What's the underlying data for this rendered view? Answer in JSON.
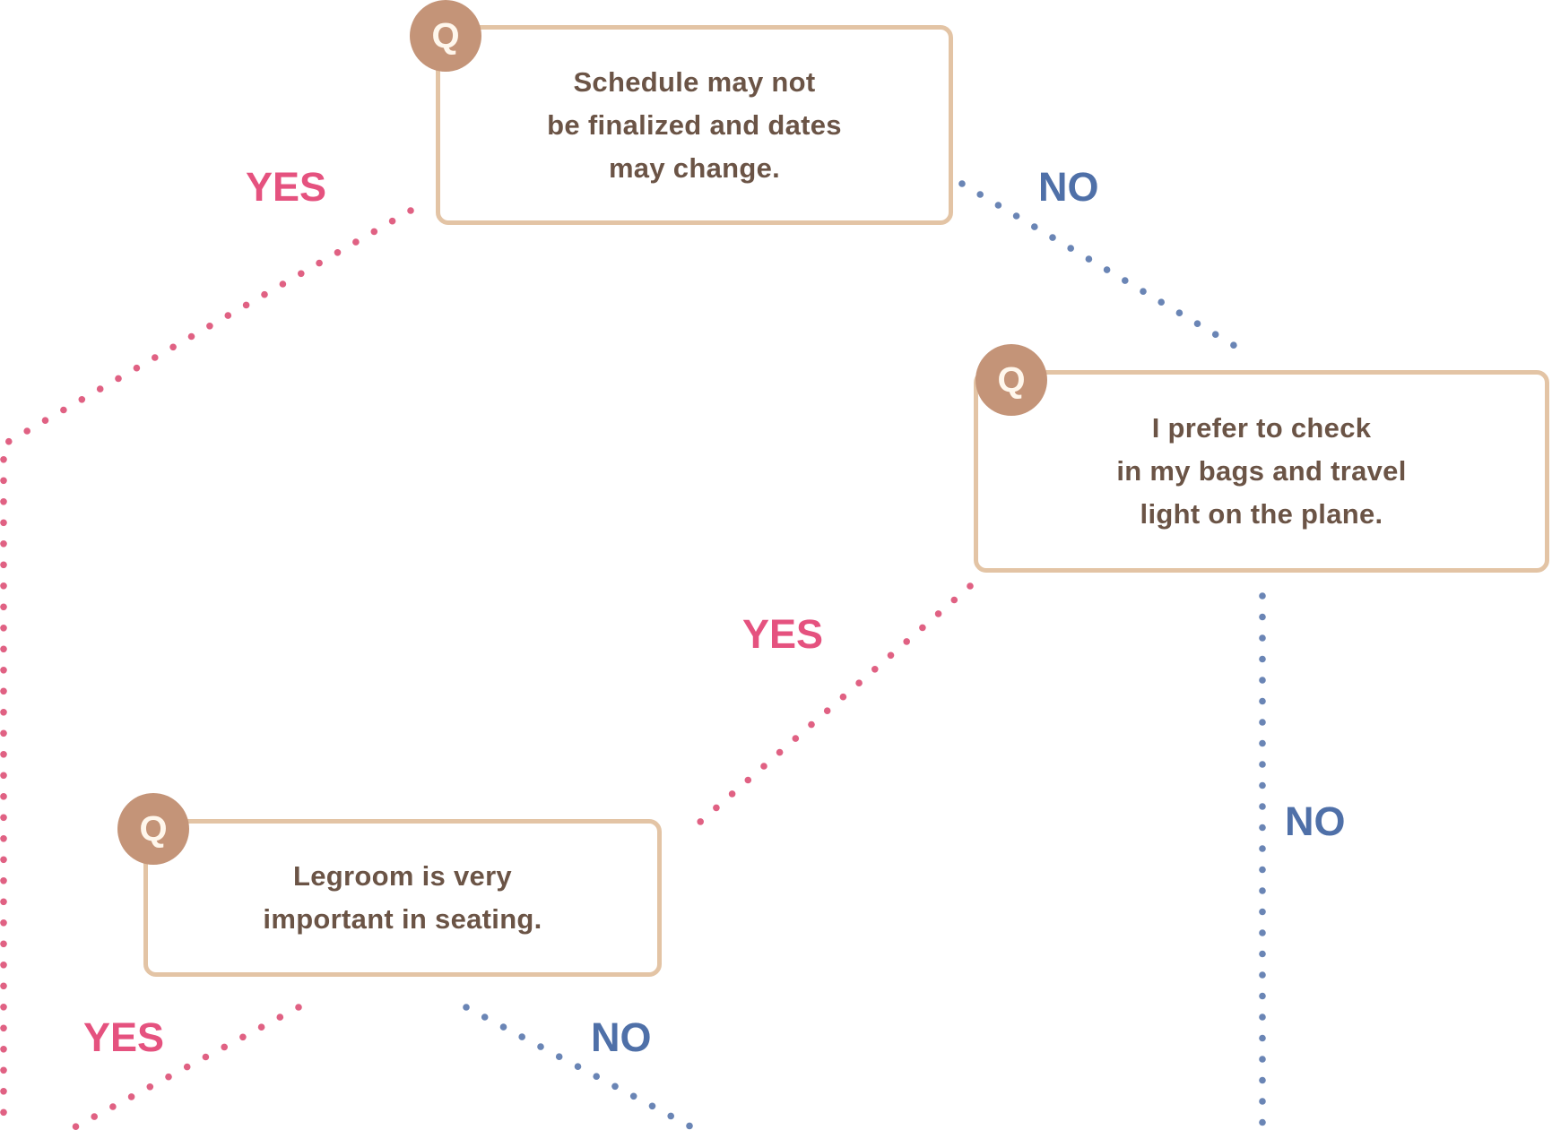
{
  "colors": {
    "yes": "#E5527F",
    "yes_dots": "#E06183",
    "no": "#4F70A8",
    "no_dots": "#6A85B5",
    "box_border": "#E3C4A5",
    "badge_fill": "#C49478",
    "badge_letter": "#FFF7EC",
    "question_text": "#6B5446"
  },
  "badge_letter": "Q",
  "questions": [
    {
      "id": "q1",
      "lines": [
        "Schedule may not",
        "be finalized and dates",
        "may change."
      ]
    },
    {
      "id": "q2",
      "lines": [
        "I prefer to check",
        "in my bags and travel",
        "light on the plane."
      ]
    },
    {
      "id": "q3",
      "lines": [
        "Legroom is very",
        "important in seating."
      ]
    }
  ],
  "branches": [
    {
      "from": "q1",
      "answer": "YES",
      "to": "offscreen-left"
    },
    {
      "from": "q1",
      "answer": "NO",
      "to": "q2"
    },
    {
      "from": "q2",
      "answer": "YES",
      "to": "q3"
    },
    {
      "from": "q2",
      "answer": "NO",
      "to": "offscreen-bottom"
    },
    {
      "from": "q3",
      "answer": "YES",
      "to": "offscreen-bottom"
    },
    {
      "from": "q3",
      "answer": "NO",
      "to": "offscreen-bottom"
    }
  ],
  "labels": {
    "yes": "YES",
    "no": "NO"
  }
}
